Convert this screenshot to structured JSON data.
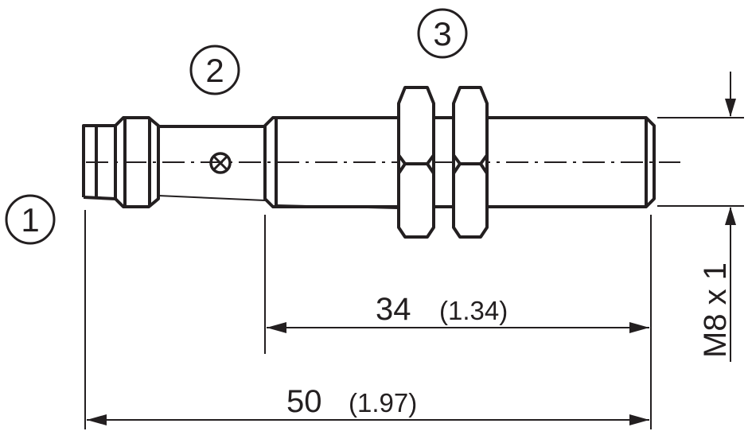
{
  "callouts": {
    "connector": "1",
    "led": "2",
    "nuts": "3"
  },
  "dimensions": {
    "threaded_length": {
      "value": "34",
      "inch": "(1.34)"
    },
    "total_length": {
      "value": "50",
      "inch": "(1.97)"
    },
    "thread": "M8 x 1"
  },
  "colors": {
    "line": "#231f20",
    "background": "#ffffff"
  }
}
